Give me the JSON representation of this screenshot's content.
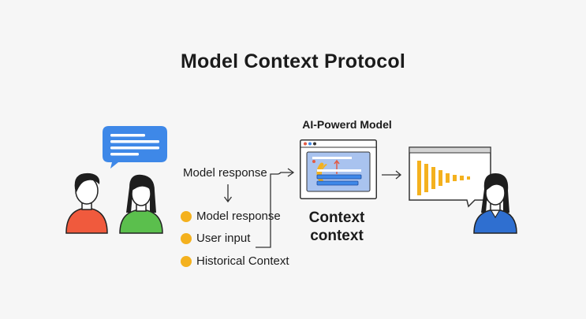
{
  "title": "Model Context Protocol",
  "flow_label": "Model response",
  "context_items": [
    {
      "label": "Model response"
    },
    {
      "label": "User input"
    },
    {
      "label": "Historical Context"
    }
  ],
  "model": {
    "title": "AI-Powerd Model",
    "caption_line1": "Context",
    "caption_line2": "context"
  },
  "colors": {
    "background": "#f6f6f6",
    "bubble": "#3e88e8",
    "accent_orange": "#f4b11e",
    "shirt_red": "#f05a3d",
    "shirt_green": "#5bbf4d",
    "shirt_blue": "#2f6fd0",
    "screen_bg": "#a9c3ef"
  },
  "icons": [
    "chat-bubble-icon",
    "person-icon",
    "browser-window-icon",
    "sound-wave-icon",
    "arrow-down-icon",
    "arrow-right-icon"
  ]
}
